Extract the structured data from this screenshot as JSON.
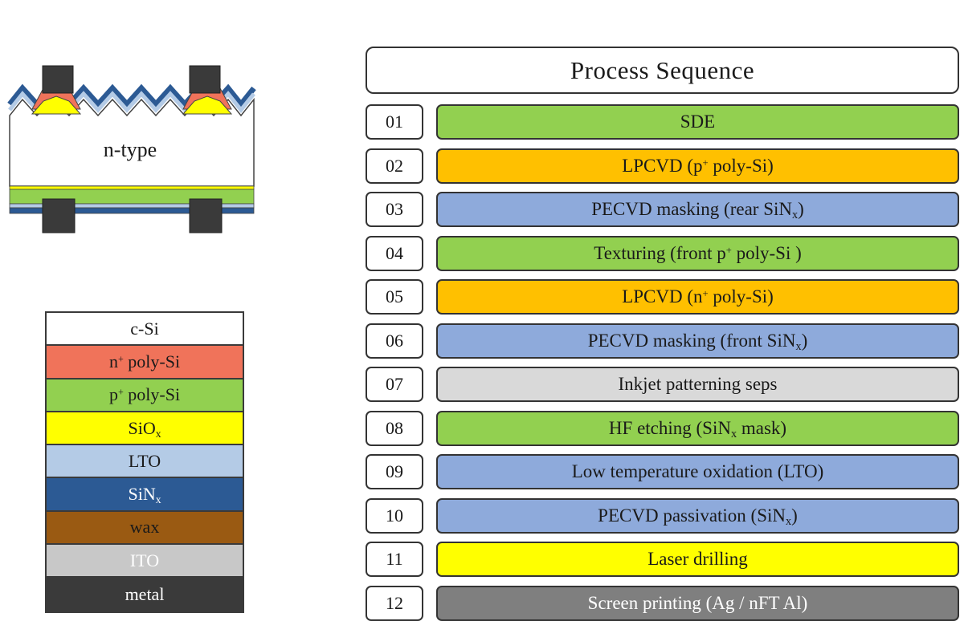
{
  "cross_section": {
    "substrate_label": "n-type"
  },
  "legend": {
    "items": [
      {
        "id": "c-si",
        "pre": "",
        "sup": "",
        "base": "c-Si",
        "sub": "",
        "post": "",
        "color": "#ffffff",
        "text_color": "#1a1a1a"
      },
      {
        "id": "n-poly-si",
        "pre": "n",
        "sup": "+",
        "base": "",
        "sub": "",
        "post": " poly-Si",
        "color": "#f0735a",
        "text_color": "#1a1a1a"
      },
      {
        "id": "p-poly-si",
        "pre": "p",
        "sup": "+",
        "base": "",
        "sub": "",
        "post": " poly-Si",
        "color": "#92d050",
        "text_color": "#1a1a1a"
      },
      {
        "id": "siox",
        "pre": "",
        "sup": "",
        "base": "SiO",
        "sub": "x",
        "post": "",
        "color": "#ffff00",
        "text_color": "#1a1a1a"
      },
      {
        "id": "lto",
        "pre": "",
        "sup": "",
        "base": "LTO",
        "sub": "",
        "post": "",
        "color": "#b4cbe6",
        "text_color": "#1a1a1a"
      },
      {
        "id": "sinx",
        "pre": "",
        "sup": "",
        "base": "SiN",
        "sub": "x",
        "post": "",
        "color": "#2c5a94",
        "text_color": "#ffffff"
      },
      {
        "id": "wax",
        "pre": "",
        "sup": "",
        "base": "wax",
        "sub": "",
        "post": "",
        "color": "#9a5a12",
        "text_color": "#1a1a1a"
      },
      {
        "id": "ito",
        "pre": "",
        "sup": "",
        "base": "ITO",
        "sub": "",
        "post": "",
        "color": "#c8c8c8",
        "text_color": "#ffffff"
      },
      {
        "id": "metal",
        "pre": "",
        "sup": "",
        "base": "metal",
        "sub": "",
        "post": "",
        "color": "#3a3a3a",
        "text_color": "#ffffff"
      }
    ]
  },
  "process": {
    "title": "Process Sequence",
    "steps": [
      {
        "num": "01",
        "pre": "SDE",
        "sup": "",
        "mid": "",
        "sub": "",
        "post": "",
        "color": "#92d050"
      },
      {
        "num": "02",
        "pre": "LPCVD (p",
        "sup": "+",
        "mid": " poly-Si)",
        "sub": "",
        "post": "",
        "color": "#ffc000"
      },
      {
        "num": "03",
        "pre": "PECVD masking (rear SiN",
        "sup": "",
        "mid": "",
        "sub": "x",
        "post": ")",
        "color": "#8eaadb"
      },
      {
        "num": "04",
        "pre": "Texturing (front p",
        "sup": "+",
        "mid": " poly-Si )",
        "sub": "",
        "post": "",
        "color": "#92d050"
      },
      {
        "num": "05",
        "pre": "LPCVD (n",
        "sup": "+",
        "mid": " poly-Si)",
        "sub": "",
        "post": "",
        "color": "#ffc000"
      },
      {
        "num": "06",
        "pre": "PECVD masking (front SiN",
        "sup": "",
        "mid": "",
        "sub": "x",
        "post": ")",
        "color": "#8eaadb"
      },
      {
        "num": "07",
        "pre": "Inkjet patterning seps",
        "sup": "",
        "mid": "",
        "sub": "",
        "post": "",
        "color": "#d9d9d9"
      },
      {
        "num": "08",
        "pre": "HF etching (SiN",
        "sup": "",
        "mid": "",
        "sub": "x",
        "post": " mask)",
        "color": "#92d050"
      },
      {
        "num": "09",
        "pre": "Low temperature oxidation (LTO)",
        "sup": "",
        "mid": "",
        "sub": "",
        "post": "",
        "color": "#8eaadb"
      },
      {
        "num": "10",
        "pre": "PECVD passivation (SiN",
        "sup": "",
        "mid": "",
        "sub": "x",
        "post": ")",
        "color": "#8eaadb"
      },
      {
        "num": "11",
        "pre": "Laser drilling",
        "sup": "",
        "mid": "",
        "sub": "",
        "post": "",
        "color": "#ffff00"
      },
      {
        "num": "12",
        "pre": "Screen printing (Ag / nFT Al)",
        "sup": "",
        "mid": "",
        "sub": "",
        "post": "",
        "color": "#7f7f7f",
        "text_color": "#ffffff"
      }
    ]
  }
}
